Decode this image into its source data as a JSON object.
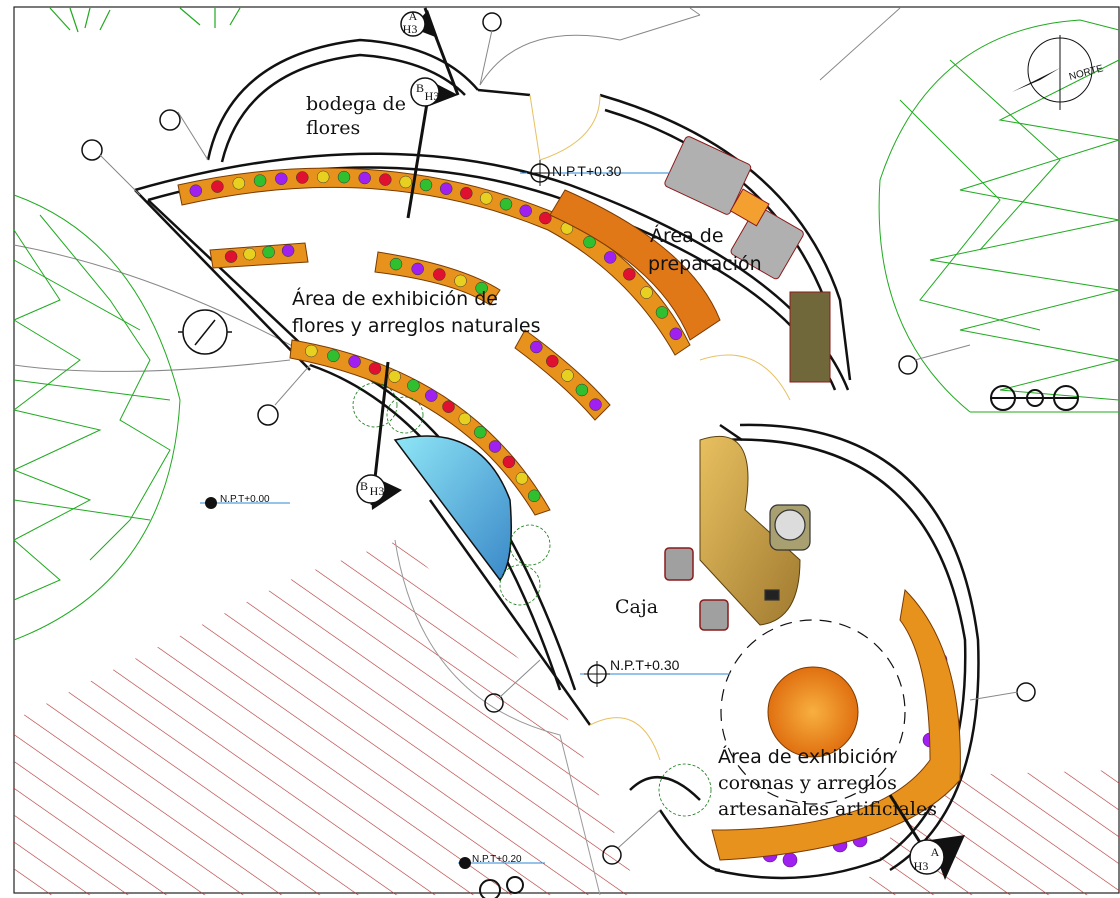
{
  "labels": {
    "bodega": [
      "bodega de",
      "flores"
    ],
    "preparacion": [
      "Área de",
      "preparación"
    ],
    "exhibicion_flores": [
      "Área de exhibición de",
      "flores y arreglos naturales"
    ],
    "caja": "Caja",
    "exhibicion_coronas": [
      "Área de exhibición",
      "coronas y arreglos",
      "artesanales artificiales"
    ]
  },
  "levels": {
    "npt_030_top": "N.P.T+0.30",
    "npt_000": "N.P.T+0.00",
    "npt_030_mid": "N.P.T+0.30",
    "npt_020": "N.P.T+0.20"
  },
  "section_markers": {
    "a_top": {
      "letter": "A",
      "sheet": "H3"
    },
    "b_top": {
      "letter": "B",
      "sheet": "H3"
    },
    "b_mid": {
      "letter": "B",
      "sheet": "H3"
    },
    "a_bottom": {
      "letter": "A",
      "sheet": "H3"
    }
  },
  "north_label": "NORTE",
  "colors": {
    "wall": "#111111",
    "tree": "#1faa1f",
    "planter": "#e8921e",
    "pool": "#4fb8e8",
    "hatch": "#b03030",
    "flower_purple": "#a020f0",
    "flower_red": "#e01030",
    "flower_yellow": "#e8d020",
    "level_line": "#2a8ad8"
  }
}
